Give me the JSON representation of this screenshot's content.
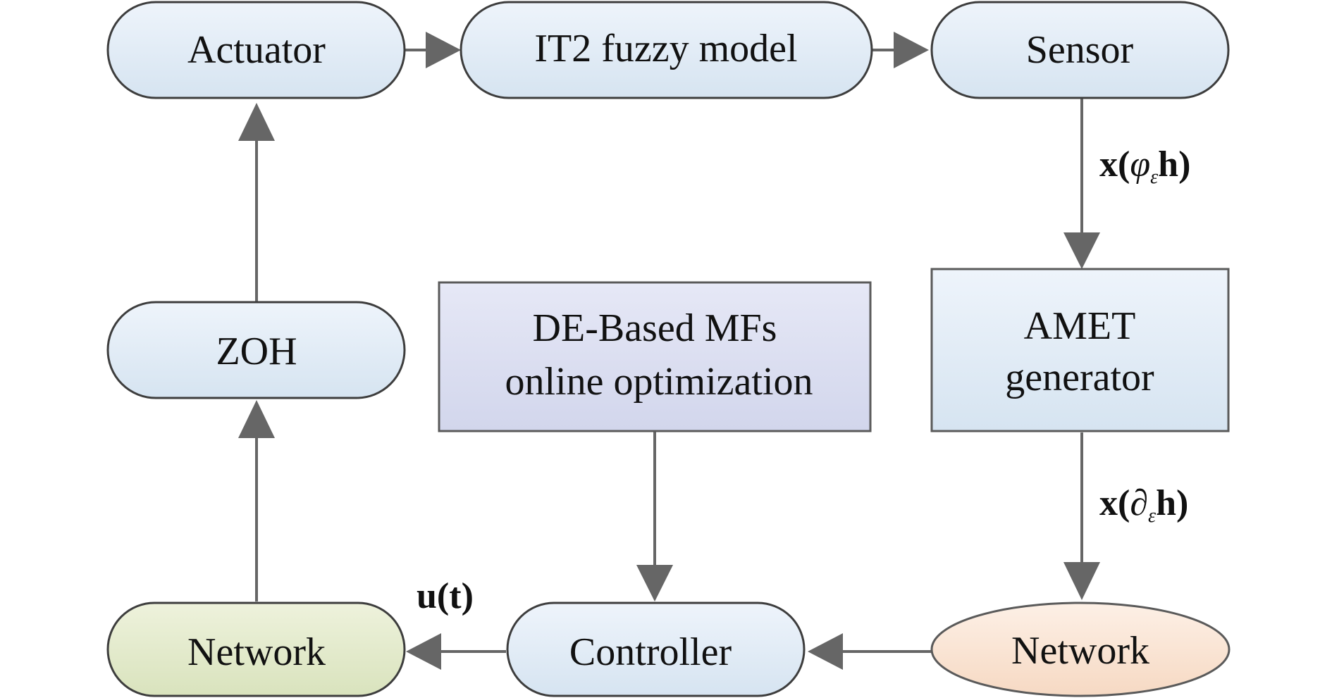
{
  "nodes": {
    "actuator": "Actuator",
    "it2_fuzzy_model": "IT2 fuzzy model",
    "sensor": "Sensor",
    "zoh": "ZOH",
    "de_optimization": [
      "DE-Based MFs",
      "online optimization"
    ],
    "amet_generator": [
      "AMET",
      "generator"
    ],
    "network_left": "Network",
    "controller": "Controller",
    "network_right": "Network"
  },
  "edge_labels": {
    "sensor_to_amet": {
      "func": "x",
      "open": "(",
      "symbol": "φ",
      "subscript": "ε",
      "arg": "h",
      "close": ")"
    },
    "amet_to_network": {
      "func": "x",
      "open": "(",
      "symbol": "∂",
      "subscript": "ε",
      "arg": "h",
      "close": ")"
    },
    "controller_to_network": {
      "func": "u",
      "open": "(",
      "arg": "t",
      "close": ")"
    }
  },
  "colors": {
    "stroke": "#4a4a4a",
    "arrow": "#666666",
    "blue_fill_top": "#eef4fb",
    "blue_fill_bottom": "#d6e4f1",
    "purple_fill_top": "#e6e8f6",
    "purple_fill_bottom": "#d2d6ec",
    "green_fill_top": "#eef2dc",
    "green_fill_bottom": "#d9e3bd",
    "orange_fill_top": "#fdf0e6",
    "orange_fill_bottom": "#f6d9c3"
  }
}
